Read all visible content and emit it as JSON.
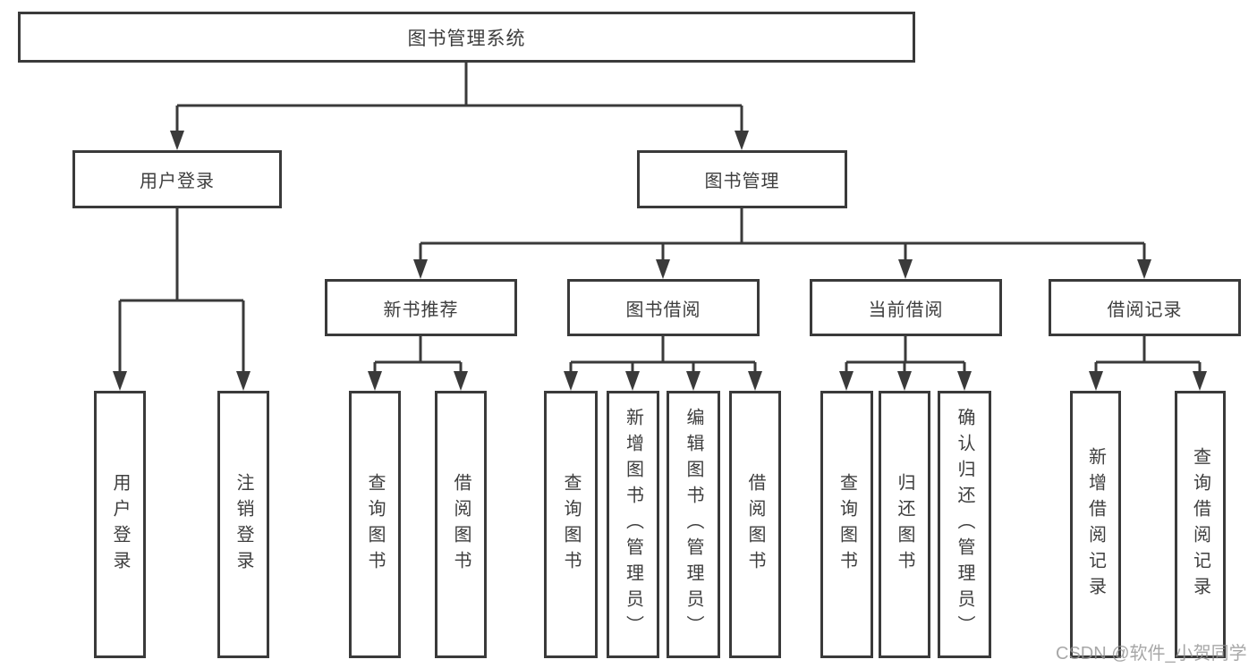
{
  "tree": {
    "label": "图书管理系统",
    "children": [
      {
        "label": "用户登录",
        "children": [
          {
            "label": "用户登录"
          },
          {
            "label": "注销登录"
          }
        ]
      },
      {
        "label": "图书管理",
        "children": [
          {
            "label": "新书推荐",
            "children": [
              {
                "label": "查询图书"
              },
              {
                "label": "借阅图书"
              }
            ]
          },
          {
            "label": "图书借阅",
            "children": [
              {
                "label": "查询图书"
              },
              {
                "label": "新增图书（管理员）"
              },
              {
                "label": "编辑图书（管理员）"
              },
              {
                "label": "借阅图书"
              }
            ]
          },
          {
            "label": "当前借阅",
            "children": [
              {
                "label": "查询图书"
              },
              {
                "label": "归还图书"
              },
              {
                "label": "确认归还（管理员）"
              }
            ]
          },
          {
            "label": "借阅记录",
            "children": [
              {
                "label": "新增借阅记录"
              },
              {
                "label": "查询借阅记录"
              }
            ]
          }
        ]
      }
    ]
  },
  "watermark": "CSDN @软件_小贺同学",
  "colors": {
    "line": "#3a3a3a",
    "text": "#3e3e3e",
    "background": "#ffffff",
    "watermark": "#949494"
  }
}
